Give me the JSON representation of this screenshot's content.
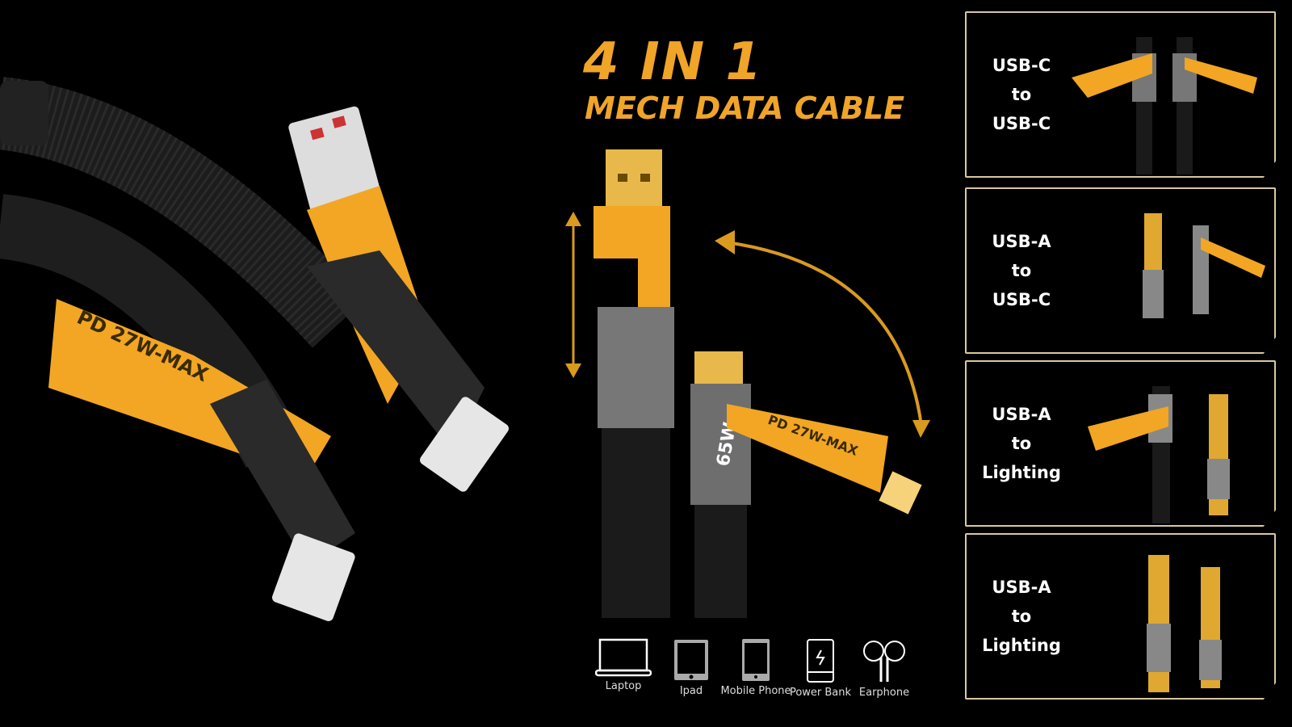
{
  "title": {
    "line1": "4 IN 1",
    "line2": "MECH DATA CABLE"
  },
  "cable_markings": {
    "left": "PD 27W-MAX",
    "center": "PD 27W-MAX",
    "power": "65W"
  },
  "panels": [
    {
      "line1": "USB-C",
      "line2": "to",
      "line3": "USB-C"
    },
    {
      "line1": "USB-A",
      "line2": "to",
      "line3": "USB-C"
    },
    {
      "line1": "USB-A",
      "line2": "to",
      "line3": "Lighting"
    },
    {
      "line1": "USB-A",
      "line2": "to",
      "line3": "Lighting"
    }
  ],
  "devices": [
    {
      "icon": "laptop-icon",
      "label": "Laptop"
    },
    {
      "icon": "tablet-icon",
      "label": "Ipad"
    },
    {
      "icon": "phone-icon",
      "label": "Mobile Phone"
    },
    {
      "icon": "power-bank-icon",
      "label": "Power Bank"
    },
    {
      "icon": "earphone-icon",
      "label": "Earphone"
    }
  ],
  "colors": {
    "accent": "#f0a428",
    "panel_border": "#d8c8a0"
  }
}
